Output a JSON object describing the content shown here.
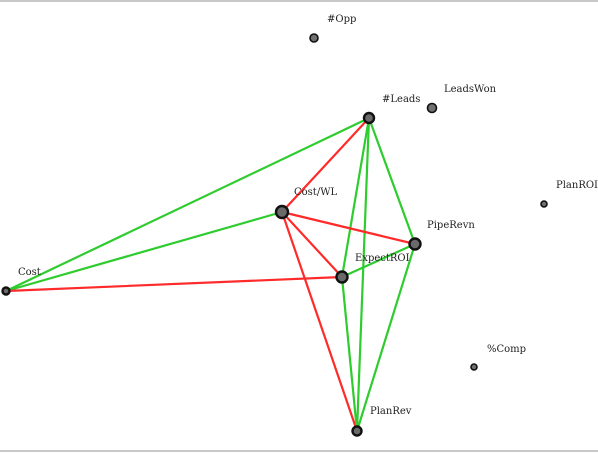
{
  "colors": {
    "positive_edge": "#2ecc2e",
    "negative_edge": "#ff2a2a",
    "node_fill": "#6a6a6a",
    "node_stroke": "#111111",
    "isolated_node_fill": "#707070"
  },
  "nodes": [
    {
      "id": "opp",
      "label": "#Opp",
      "connected": false
    },
    {
      "id": "leadswon",
      "label": "LeadsWon",
      "connected": false
    },
    {
      "id": "leads",
      "label": "#Leads",
      "connected": true
    },
    {
      "id": "planroi",
      "label": "PlanROI",
      "connected": false
    },
    {
      "id": "costwl",
      "label": "Cost/WL",
      "connected": true
    },
    {
      "id": "pipervn",
      "label": "PipeRevn",
      "connected": true
    },
    {
      "id": "expectroi",
      "label": "ExpectROI",
      "connected": true
    },
    {
      "id": "cost",
      "label": "Cost",
      "connected": true
    },
    {
      "id": "comp",
      "label": "%Comp",
      "connected": false
    },
    {
      "id": "planrev",
      "label": "PlanRev",
      "connected": true
    }
  ],
  "edges": [
    {
      "from": "leads",
      "to": "cost",
      "sign": "positive"
    },
    {
      "from": "leads",
      "to": "costwl",
      "sign": "negative"
    },
    {
      "from": "leads",
      "to": "pipervn",
      "sign": "positive"
    },
    {
      "from": "leads",
      "to": "expectroi",
      "sign": "positive"
    },
    {
      "from": "leads",
      "to": "planrev",
      "sign": "positive"
    },
    {
      "from": "costwl",
      "to": "cost",
      "sign": "positive"
    },
    {
      "from": "costwl",
      "to": "pipervn",
      "sign": "negative"
    },
    {
      "from": "costwl",
      "to": "expectroi",
      "sign": "negative"
    },
    {
      "from": "costwl",
      "to": "planrev",
      "sign": "negative"
    },
    {
      "from": "cost",
      "to": "expectroi",
      "sign": "negative"
    },
    {
      "from": "expectroi",
      "to": "pipervn",
      "sign": "positive"
    },
    {
      "from": "expectroi",
      "to": "planrev",
      "sign": "positive"
    },
    {
      "from": "pipervn",
      "to": "planrev",
      "sign": "positive"
    }
  ]
}
